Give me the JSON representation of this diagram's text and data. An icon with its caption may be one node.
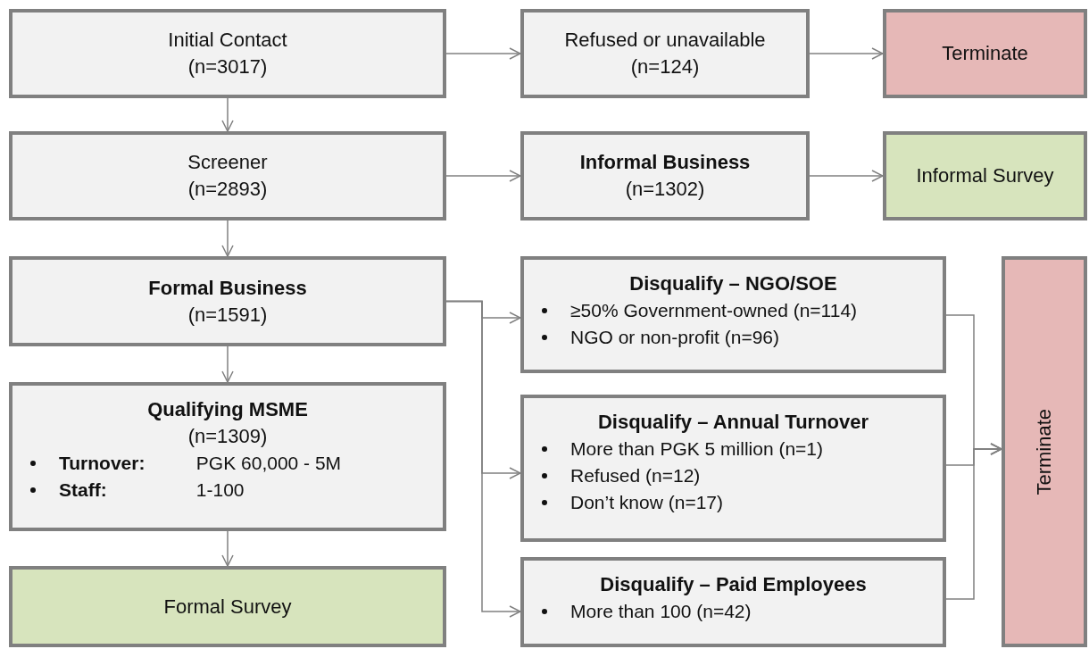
{
  "diagram": {
    "nodes": [
      {
        "text": [
          "Initial Contact",
          "(n=3017)"
        ]
      },
      {
        "text": [
          "Refused or unavailable",
          "(n=124)"
        ]
      },
      {
        "text": [
          "Terminate"
        ]
      },
      {
        "text": [
          "Screener",
          "(n=2893)"
        ]
      },
      {
        "text": [
          "Informal Business",
          "(n=1302)"
        ]
      },
      {
        "text": [
          "Informal Survey"
        ]
      },
      {
        "text": [
          "Formal Business",
          "(n=1591)"
        ]
      },
      {
        "text": [
          "Disqualify – NGO/SOE",
          "≥50% Government-owned (n=114)",
          "NGO or non-profit (n=96)"
        ]
      },
      {
        "text": [
          "Terminate"
        ]
      },
      {
        "text": [
          "Qualifying MSME",
          "(n=1309)",
          "**Turnover:** PGK 60,000 - 5M",
          "**Staff:** 1-100"
        ]
      },
      {
        "text": [
          "Disqualify – Annual Turnover",
          "More than PGK 5 million (n=1)",
          "Refused (n=12)",
          "Don’t know (n=17)"
        ]
      },
      {
        "text": [
          "Formal Survey"
        ]
      },
      {
        "text": [
          "Disqualify – Paid Employees",
          "More than 100 (n=42)"
        ]
      }
    ],
    "edges": [
      {
        "from": 0,
        "to": 1,
        "arrow": "to"
      },
      {
        "from": 1,
        "to": 2,
        "arrow": "to"
      },
      {
        "from": 0,
        "to": 3,
        "arrow": "to"
      },
      {
        "from": 3,
        "to": 4,
        "arrow": "to"
      },
      {
        "from": 4,
        "to": 5,
        "arrow": "to"
      },
      {
        "from": 3,
        "to": 6,
        "arrow": "to"
      },
      {
        "from": 6,
        "to": 7,
        "arrow": "to"
      },
      {
        "from": 6,
        "to": 10,
        "arrow": "to"
      },
      {
        "from": 6,
        "to": 12,
        "arrow": "to"
      },
      {
        "from": 6,
        "to": 9,
        "arrow": "to"
      },
      {
        "from": 9,
        "to": 11,
        "arrow": "to"
      },
      {
        "from": 7,
        "to": 8,
        "arrow": "to"
      },
      {
        "from": 10,
        "to": 8,
        "arrow": "to"
      },
      {
        "from": 12,
        "to": 8,
        "arrow": "to"
      }
    ]
  }
}
